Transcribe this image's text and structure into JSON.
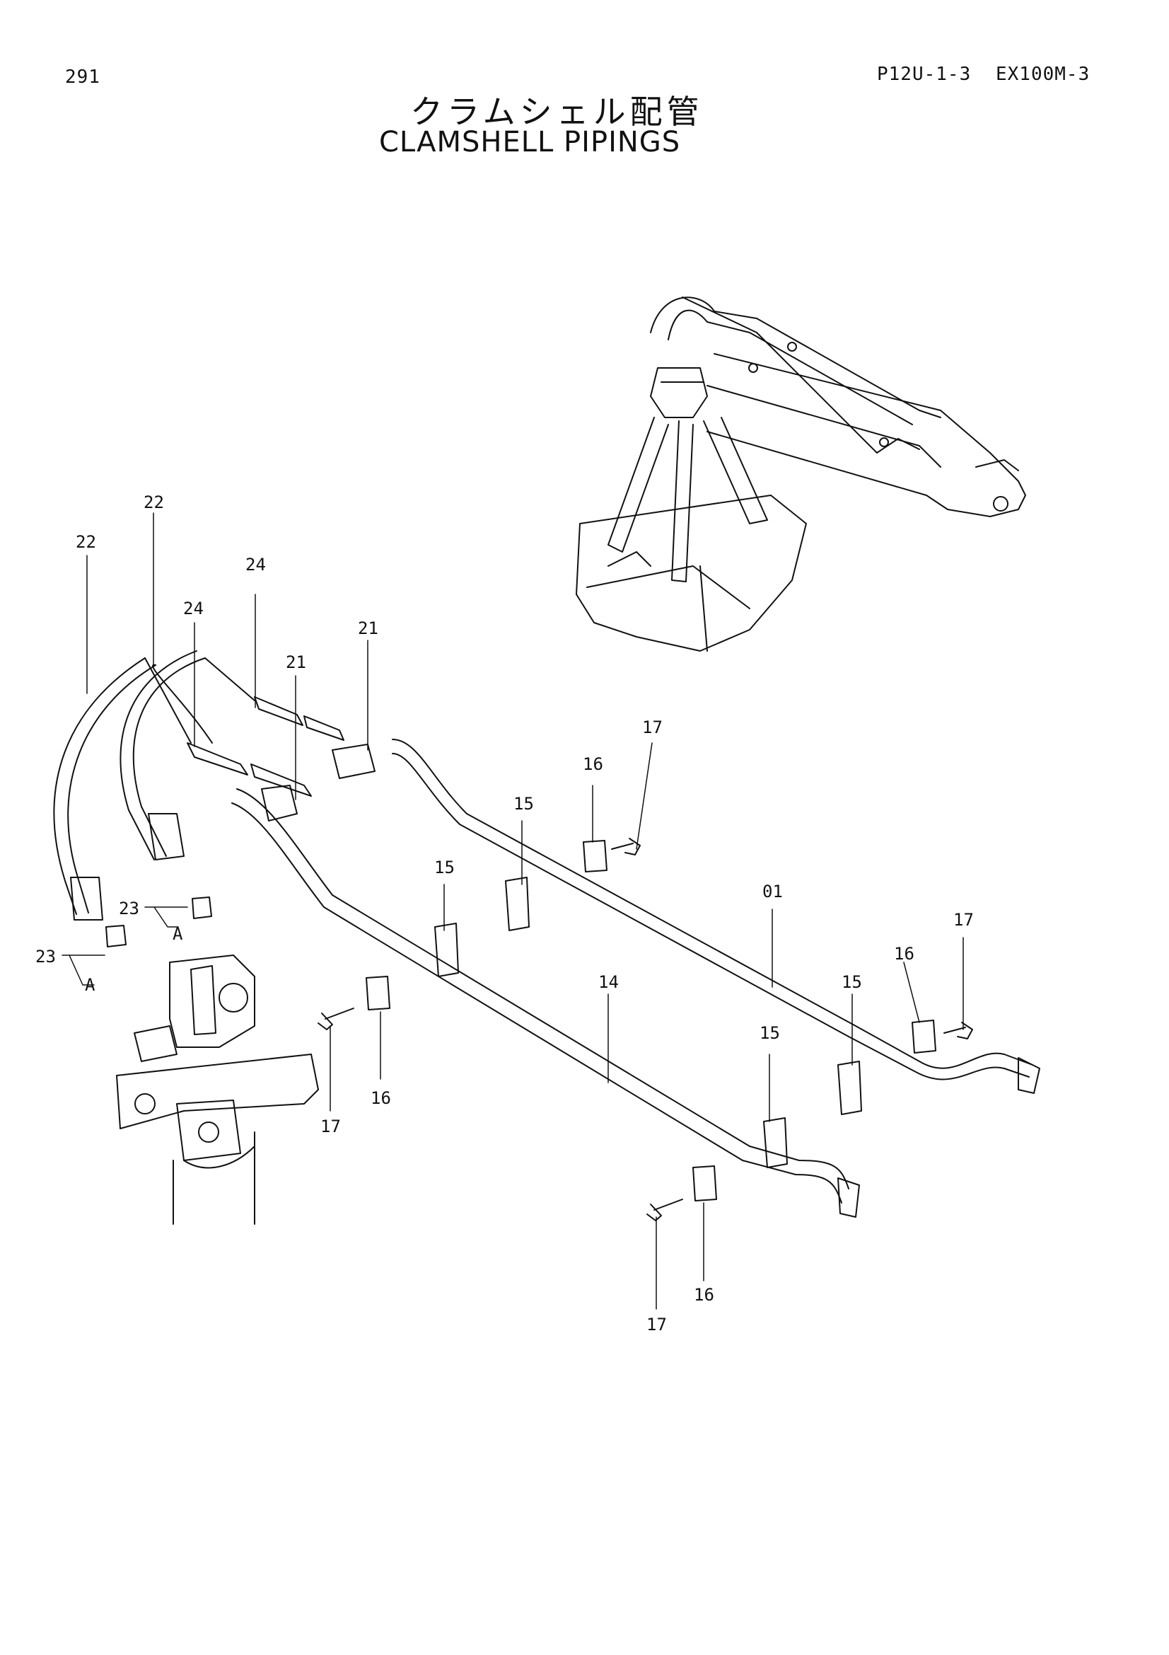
{
  "header": {
    "page_number": "291",
    "page_code": "P12U-1-3",
    "model": "EX100M-3"
  },
  "title": {
    "japanese": "クラムシェル配管",
    "english": "CLAMSHELL PIPINGS"
  },
  "callouts": {
    "c01": "01",
    "c14": "14",
    "c15a": "15",
    "c15b": "15",
    "c15c": "15",
    "c15d": "15",
    "c16a": "16",
    "c16b": "16",
    "c16c": "16",
    "c16d": "16",
    "c17a": "17",
    "c17b": "17",
    "c17c": "17",
    "c17d": "17",
    "c21a": "21",
    "c21b": "21",
    "c22a": "22",
    "c22b": "22",
    "c23a": "23",
    "c23b": "23",
    "c24a": "24",
    "c24b": "24",
    "ca1": "A",
    "ca2": "A"
  },
  "colors": {
    "ink": "#111111",
    "paper": "#ffffff"
  }
}
